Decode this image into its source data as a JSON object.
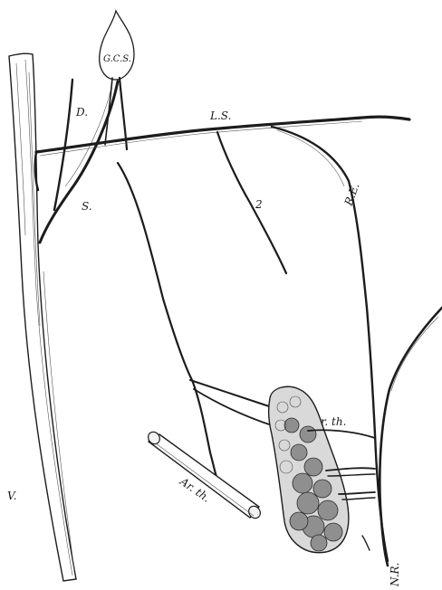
{
  "figure": {
    "labels": {
      "gcs": "G.C.S.",
      "d": "D.",
      "ls": "L.S.",
      "s": "S.",
      "re": "R.E.",
      "two": "2",
      "rth": "r. th.",
      "arth": "Ar. th.",
      "v": "V.",
      "nr": "N.R."
    }
  }
}
